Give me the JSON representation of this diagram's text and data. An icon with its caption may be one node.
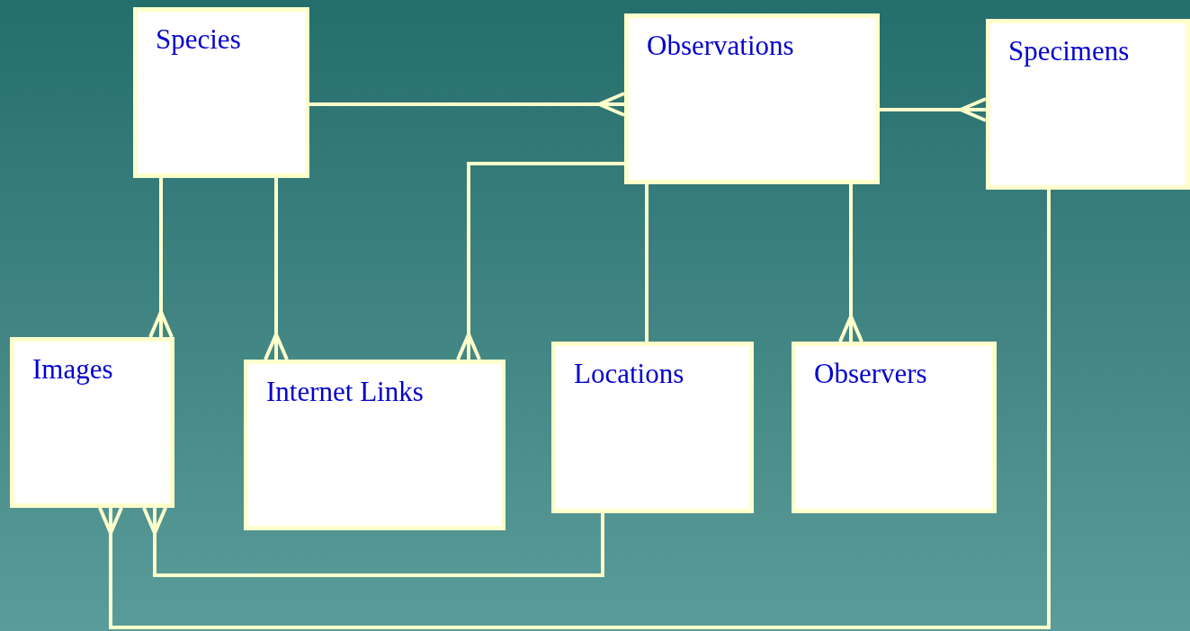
{
  "diagram": {
    "nodes": [
      {
        "text": [
          "Species"
        ]
      },
      {
        "text": [
          "Observations"
        ]
      },
      {
        "text": [
          "Specimens"
        ]
      },
      {
        "text": [
          "Images"
        ]
      },
      {
        "text": [
          "Internet Links"
        ]
      },
      {
        "text": [
          "Locations"
        ]
      },
      {
        "text": [
          "Observers"
        ]
      }
    ],
    "edges": [
      {
        "from": 0,
        "to": 1,
        "arrow": "other"
      },
      {
        "from": 1,
        "to": 2,
        "arrow": "other"
      },
      {
        "from": 0,
        "to": 3,
        "arrow": "other"
      },
      {
        "from": 0,
        "to": 4,
        "arrow": "other"
      },
      {
        "from": 1,
        "to": 4,
        "arrow": "other"
      },
      {
        "from": 1,
        "to": 5,
        "arrow": "none"
      },
      {
        "from": 1,
        "to": 6,
        "arrow": "other"
      },
      {
        "from": 5,
        "to": 3,
        "arrow": "other"
      },
      {
        "from": 2,
        "to": 3,
        "arrow": "other"
      }
    ]
  }
}
